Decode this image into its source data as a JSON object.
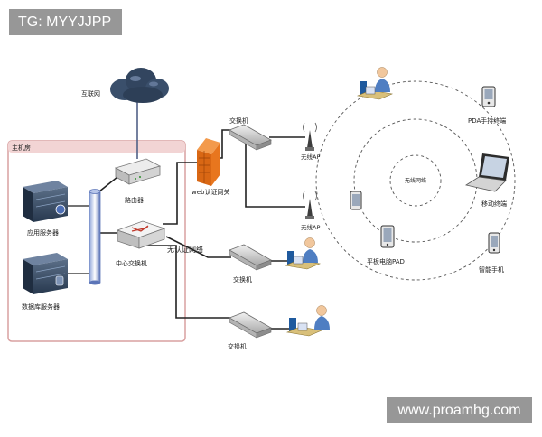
{
  "overlays": {
    "top_left": "TG: MYYJJPP",
    "bottom_right": "www.proamhg.com"
  },
  "labels": {
    "internet": "互联网",
    "lan": "主机房",
    "app_server": "应用服务器",
    "db_server": "数据库服务器",
    "router": "路由器",
    "core_switch": "中心交换机",
    "auth_network": "无认证网络",
    "web_gateway": "web认证网关",
    "switch_top": "交换机",
    "switch_mid": "交换机",
    "switch_bottom": "交换机",
    "ap_1": "无线AP",
    "ap_2": "无线AP",
    "wireless_net": "无线网络",
    "pda": "PDA手持终端",
    "mobile_terminal": "移动终端",
    "tablet": "平板电脑PAD",
    "smartphone": "智能手机"
  },
  "colors": {
    "lan_border": "#d9a0a0",
    "lan_header": "#f2d4d4",
    "gateway": "#e8761e",
    "backbone": "#6d86c4",
    "cloud": "#3a4f6b",
    "link": "#222222"
  },
  "icons": {
    "internet": "cloud-icon",
    "app_server": "server-icon",
    "db_server": "database-server-icon",
    "router": "router-icon",
    "core_switch": "core-switch-icon",
    "gateway": "firewall-icon",
    "switch": "switch-icon",
    "ap": "wireless-antenna-icon",
    "user": "workstation-user-icon",
    "pda": "pda-icon",
    "laptop": "laptop-icon",
    "tablet": "tablet-icon",
    "phone": "phone-icon"
  }
}
